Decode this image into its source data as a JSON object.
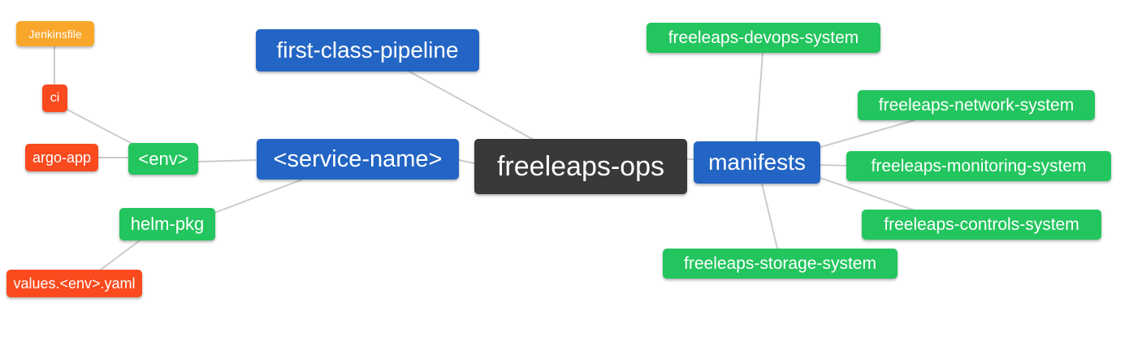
{
  "diagram": {
    "type": "mindmap",
    "root": "freeleaps-ops",
    "nodes": {
      "jenkinsfile": {
        "label": "Jenkinsfile",
        "color": "orange"
      },
      "ci": {
        "label": "ci",
        "color": "red"
      },
      "argo-app": {
        "label": "argo-app",
        "color": "red"
      },
      "env": {
        "label": "<env>",
        "color": "green"
      },
      "helm-pkg": {
        "label": "helm-pkg",
        "color": "green"
      },
      "values-env-yaml": {
        "label": "values.<env>.yaml",
        "color": "red"
      },
      "first-class-pipeline": {
        "label": "first-class-pipeline",
        "color": "blue"
      },
      "service-name": {
        "label": "<service-name>",
        "color": "blue"
      },
      "freeleaps-ops": {
        "label": "freeleaps-ops",
        "color": "dark"
      },
      "manifests": {
        "label": "manifests",
        "color": "blue"
      },
      "devops-system": {
        "label": "freeleaps-devops-system",
        "color": "green"
      },
      "network-system": {
        "label": "freeleaps-network-system",
        "color": "green"
      },
      "monitoring-system": {
        "label": "freeleaps-monitoring-system",
        "color": "green"
      },
      "controls-system": {
        "label": "freeleaps-controls-system",
        "color": "green"
      },
      "storage-system": {
        "label": "freeleaps-storage-system",
        "color": "green"
      }
    },
    "edges": [
      {
        "from": "ci",
        "to": "jenkinsfile"
      },
      {
        "from": "env",
        "to": "ci"
      },
      {
        "from": "env",
        "to": "argo-app"
      },
      {
        "from": "service-name",
        "to": "env"
      },
      {
        "from": "service-name",
        "to": "helm-pkg"
      },
      {
        "from": "helm-pkg",
        "to": "values-env-yaml"
      },
      {
        "from": "freeleaps-ops",
        "to": "first-class-pipeline"
      },
      {
        "from": "freeleaps-ops",
        "to": "service-name"
      },
      {
        "from": "freeleaps-ops",
        "to": "manifests"
      },
      {
        "from": "manifests",
        "to": "devops-system"
      },
      {
        "from": "manifests",
        "to": "network-system"
      },
      {
        "from": "manifests",
        "to": "monitoring-system"
      },
      {
        "from": "manifests",
        "to": "controls-system"
      },
      {
        "from": "manifests",
        "to": "storage-system"
      }
    ],
    "palette": {
      "blue": "#2365C4",
      "green": "#23C55E",
      "red": "#FA4A1E",
      "orange": "#F9A72B",
      "dark": "#3B3838",
      "edge": "#CCCCCC",
      "text": "#FFFFFF",
      "background": "#FFFFFF"
    }
  }
}
